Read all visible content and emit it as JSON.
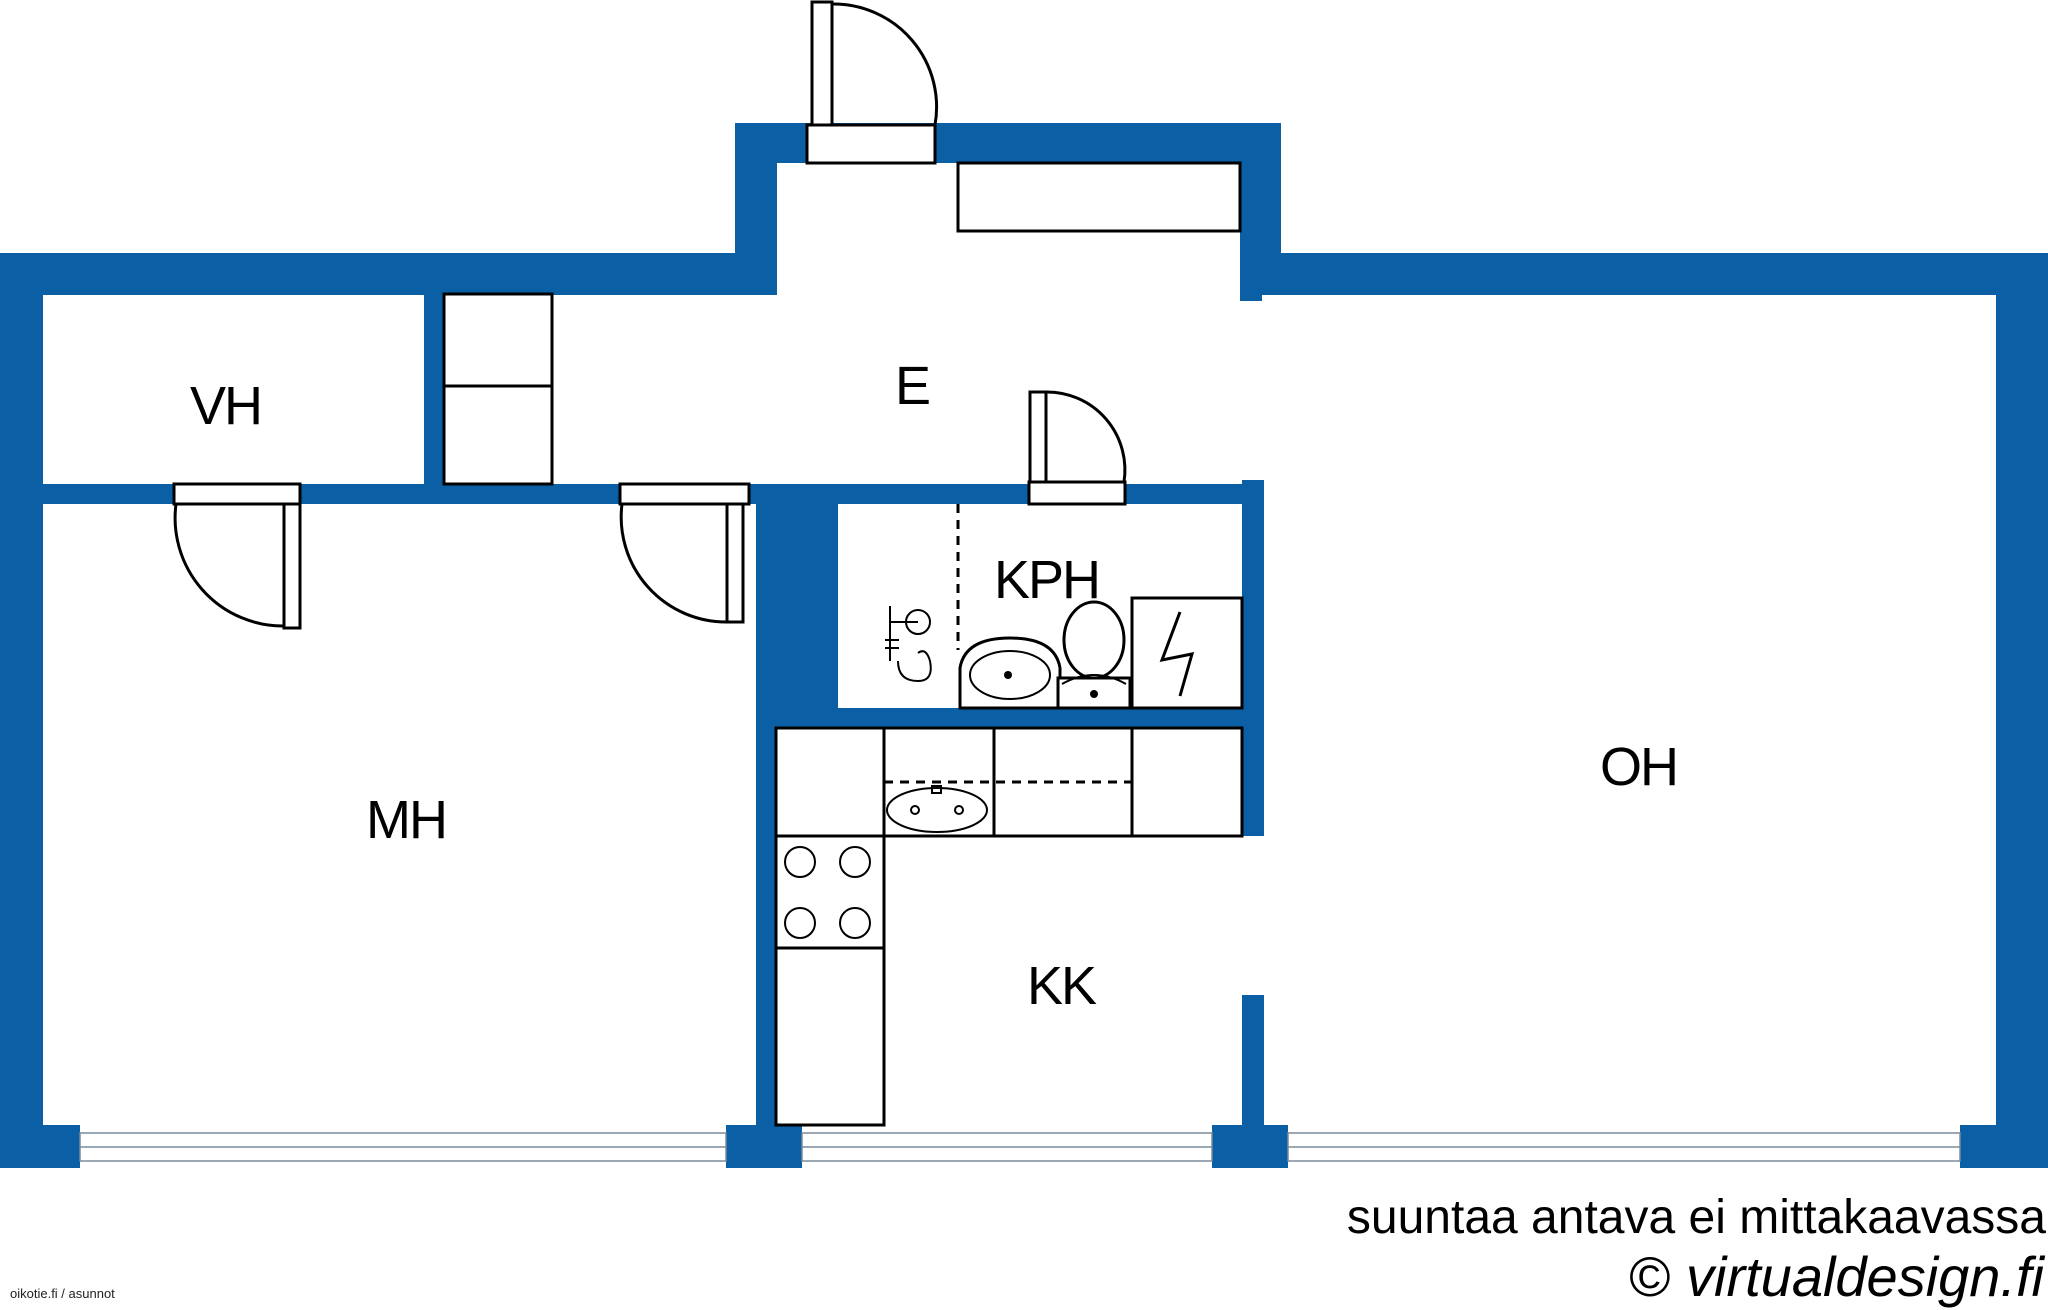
{
  "rooms": {
    "vh": "VH",
    "e": "E",
    "kph": "KPH",
    "mh": "MH",
    "oh": "OH",
    "kk": "KK"
  },
  "footer": {
    "note": "suuntaa antava ei mittakaavassa",
    "copyright_symbol": "©",
    "brand": "virtualdesign.fi",
    "credit": "oikotie.fi / asunnot"
  },
  "colors": {
    "wall": "#0B5FA5",
    "background": "#ffffff",
    "ink": "#000000"
  }
}
